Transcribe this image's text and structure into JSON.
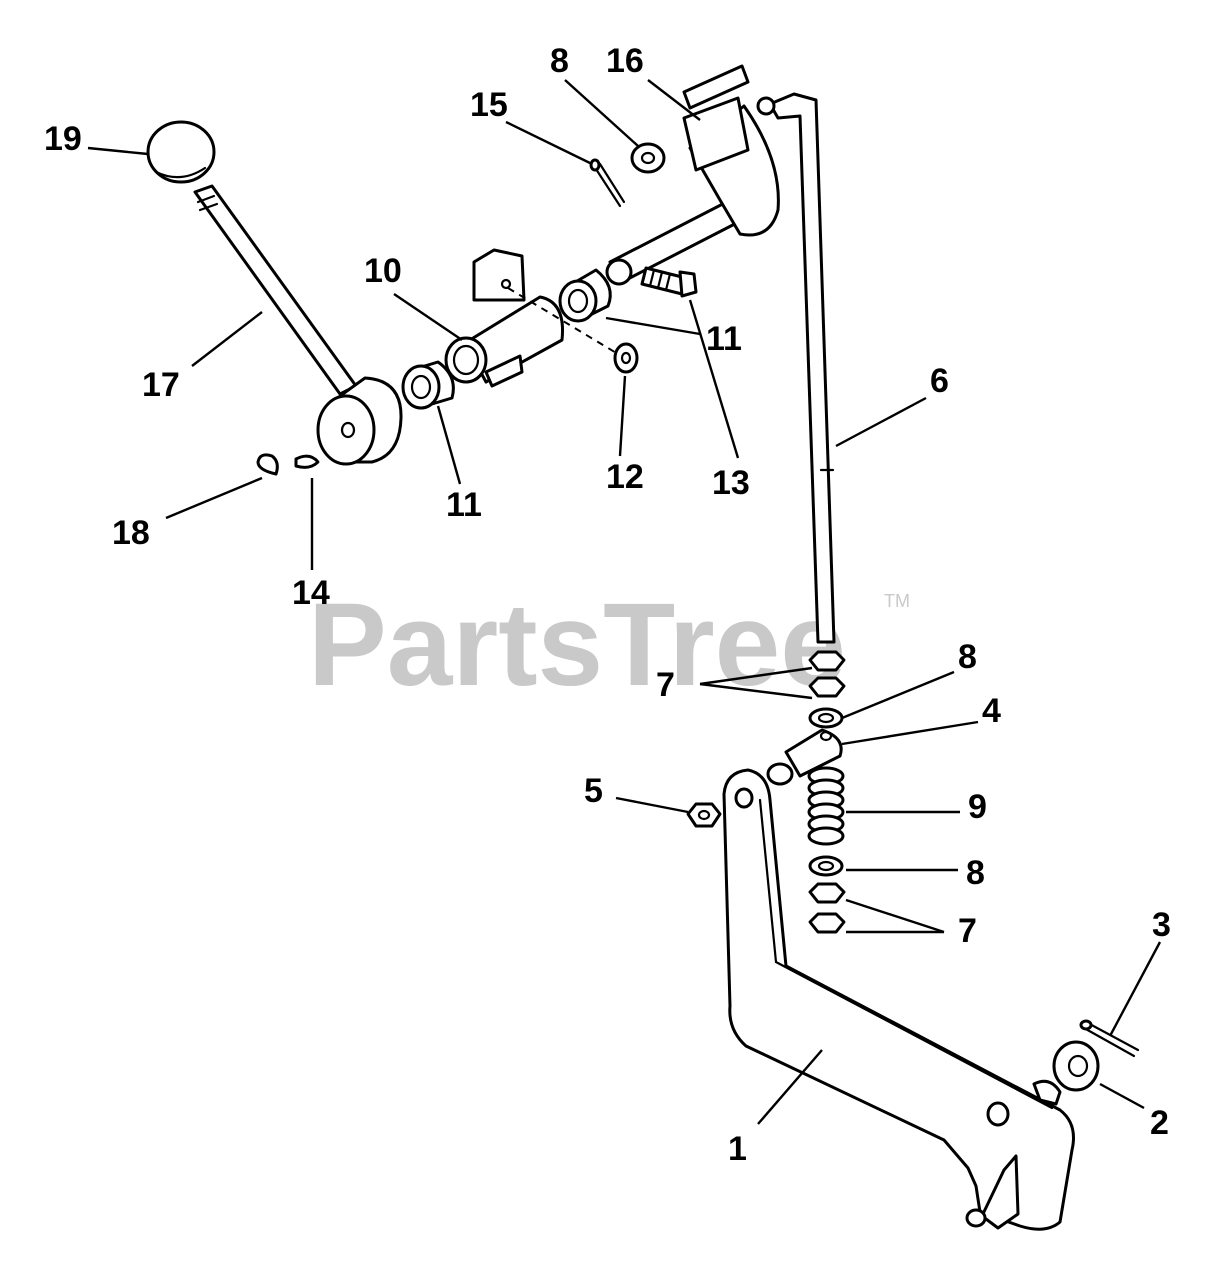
{
  "watermark": {
    "text": "PartsTree",
    "trademark": "TM"
  },
  "callouts": [
    {
      "id": "c19",
      "text": "19"
    },
    {
      "id": "c15",
      "text": "15"
    },
    {
      "id": "c8a",
      "text": "8"
    },
    {
      "id": "c16",
      "text": "16"
    },
    {
      "id": "c10",
      "text": "10"
    },
    {
      "id": "c11a",
      "text": "11"
    },
    {
      "id": "c11b",
      "text": "11"
    },
    {
      "id": "c17",
      "text": "17"
    },
    {
      "id": "c6",
      "text": "6"
    },
    {
      "id": "c12",
      "text": "12"
    },
    {
      "id": "c13",
      "text": "13"
    },
    {
      "id": "c18",
      "text": "18"
    },
    {
      "id": "c14",
      "text": "14"
    },
    {
      "id": "c7a",
      "text": "7"
    },
    {
      "id": "c8b",
      "text": "8"
    },
    {
      "id": "c4",
      "text": "4"
    },
    {
      "id": "c5",
      "text": "5"
    },
    {
      "id": "c9",
      "text": "9"
    },
    {
      "id": "c8c",
      "text": "8"
    },
    {
      "id": "c7b",
      "text": "7"
    },
    {
      "id": "c3",
      "text": "3"
    },
    {
      "id": "c2",
      "text": "2"
    },
    {
      "id": "c1",
      "text": "1"
    }
  ]
}
